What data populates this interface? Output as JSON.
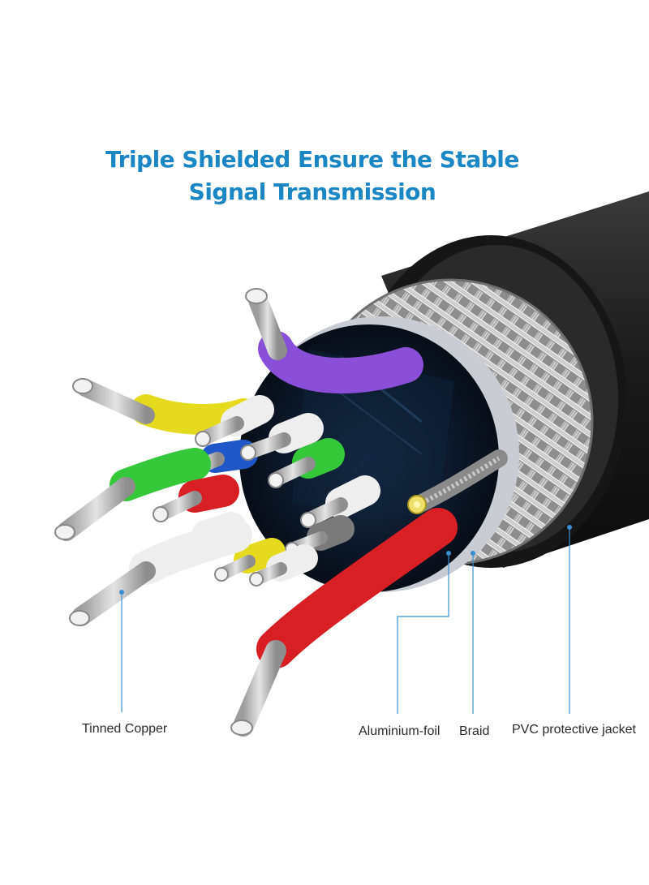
{
  "title": {
    "line1": "Triple Shielded Ensure the Stable",
    "line2": "Signal Transmission",
    "color": "#1a86c4"
  },
  "labels": {
    "tinned_copper": "Tinned Copper",
    "aluminium_foil": "Aluminium-foil",
    "braid": "Braid",
    "pvc_jacket": "PVC protective jacket"
  },
  "colors": {
    "leader_line": "#3a8fd0",
    "jacket": "#222222",
    "purple_wire": "#8a4fd8",
    "yellow_wire": "#e5da1e",
    "blue_wire": "#1f56c8",
    "green_wire": "#35c83a",
    "red_wire": "#d81f24",
    "white_wire": "#eeeeee"
  }
}
